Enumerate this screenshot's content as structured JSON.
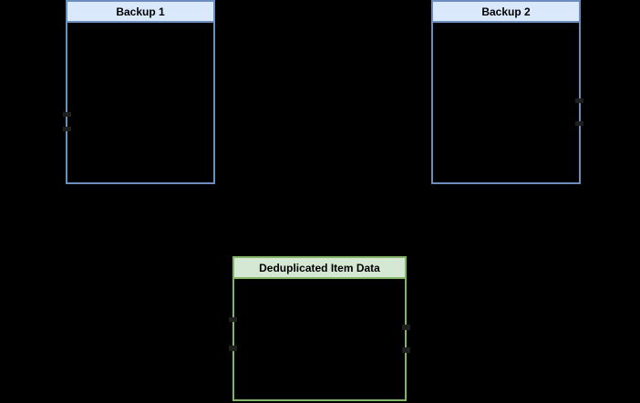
{
  "background_color": "#000000",
  "divider_tick_color": "#1f1f1f",
  "nodes": {
    "backup1": {
      "label": "Backup 1",
      "header_fill": "#dae8fc",
      "stroke": "#6c8ebf"
    },
    "backup2": {
      "label": "Backup 2",
      "header_fill": "#dae8fc",
      "stroke": "#6c8ebf"
    },
    "dedup": {
      "label": "Deduplicated Item Data",
      "header_fill": "#d5e8d4",
      "stroke": "#82b366"
    }
  }
}
